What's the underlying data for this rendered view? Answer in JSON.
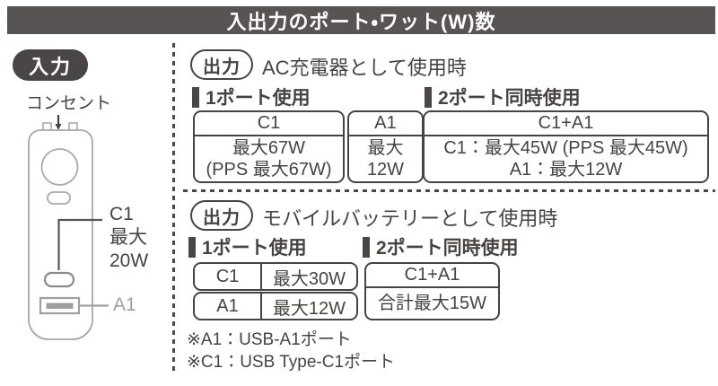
{
  "title": "入出力のポート・ワット(W)数",
  "input": {
    "badge": "入力",
    "outlet": "コンセント",
    "c1_line1": "C1",
    "c1_line2": "最大",
    "c1_line3": "20W",
    "a1": "A1"
  },
  "ac_output": {
    "badge": "出力",
    "heading": "AC充電器として使用時",
    "one_port": "1ポート使用",
    "two_port": "2ポート同時使用",
    "c1_table": {
      "header": "C1",
      "row1": "最大67W",
      "row2": "(PPS 最大67W)"
    },
    "a1_table": {
      "header": "A1",
      "row1": "最大",
      "row2": "12W"
    },
    "combo_table": {
      "header": "C1+A1",
      "row1": "C1：最大45W (PPS 最大45W)",
      "row2": "A1：最大12W"
    }
  },
  "battery_output": {
    "badge": "出力",
    "heading": "モバイルバッテリーとして使用時",
    "one_port": "1ポート使用",
    "two_port": "2ポート同時使用",
    "c1_row": {
      "port": "C1",
      "value": "最大30W"
    },
    "a1_row": {
      "port": "A1",
      "value": "最大12W"
    },
    "combo_table": {
      "header": "C1+A1",
      "value": "合計最大15W"
    }
  },
  "footnotes": [
    "※A1：USB-A1ポート",
    "※C1：USB Type-C1ポート"
  ],
  "colors": {
    "banner_bg": "#595454",
    "text_dark": "#474341",
    "badge_fill": "#4a4646",
    "muted_gray": "#9fa0a0",
    "outline_gray": "#a8a8a8",
    "background": "#ffffff"
  }
}
